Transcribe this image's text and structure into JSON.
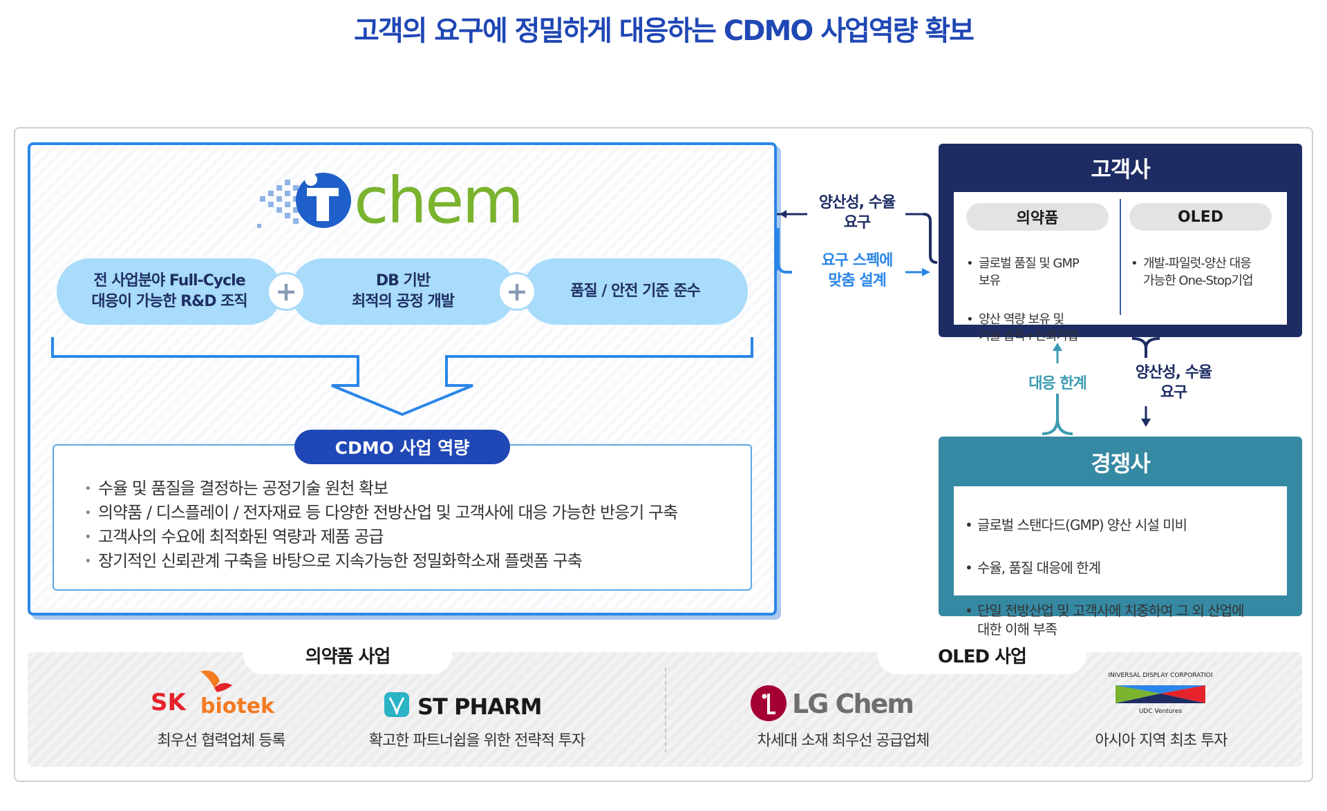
{
  "title": "고객의 요구에 정밀하게 대응하는 CDMO 사업역량 확보",
  "logo_text": "chem",
  "pills": [
    "전 사업분야 Full-Cycle\n대응이 가능한 R&D 조직",
    "DB 기반\n최적의 공정 개발",
    "품질 / 안전 기준 준수"
  ],
  "cdmo": {
    "badge": "CDMO 사업 역량",
    "items": [
      "수율 및 품질을 결정하는 공정기술 원천 확보",
      "의약품 / 디스플레이 / 전자재료 등 다양한 전방산업 및 고객사에 대응 가능한 반응기 구축",
      "고객사의 수요에 최적화된 역량과 제품 공급",
      "장기적인 신뢰관계 구축을 바탕으로 지속가능한 정밀화학소재 플랫폼 구축"
    ]
  },
  "customer": {
    "title": "고객사",
    "col1_title": "의약품",
    "col1_items": [
      "글로벌 품질 및 GMP\n보유",
      "양산 역량 보유 및\n기술 습득+신뢰기업"
    ],
    "col2_title": "OLED",
    "col2_items": [
      "개발-파일럿-양산 대응\n가능한 One-Stop기업"
    ]
  },
  "competitor": {
    "title": "경쟁사",
    "items": [
      "글로벌 스탠다드(GMP) 양산 시설 미비",
      "수율, 품질 대응에 한계",
      "단일 전방산업 및 고객사에 치중하여 그 외 산업에\n대한 이해 부족"
    ]
  },
  "arrows": {
    "to_left": "양산성, 수율\n요구",
    "to_right": "요구 스펙에\n맞춤 설계",
    "limit": "대응 한계",
    "down": "양산성, 수율\n요구"
  },
  "bottom": {
    "tab_pharma": "의약품 사업",
    "tab_oled": "OLED 사업",
    "partners": [
      {
        "name": "SK biotek",
        "caption": "최우선 협력업체 등록"
      },
      {
        "name": "ST PHARM",
        "caption": "확고한 파트너쉽을 위한 전략적 투자"
      },
      {
        "name": "LG Chem",
        "caption": "차세대 소재 최우선 공급업체"
      },
      {
        "name": "UNIVERSAL DISPLAY CORPORATION",
        "sub": "UDC Ventures",
        "caption": "아시아 지역 최초 투자"
      }
    ]
  },
  "colors": {
    "title_blue": "#1f47b5",
    "navy": "#1d2c63",
    "teal": "#3689a3",
    "green": "#7ab32e",
    "sk_red": "#e5232b",
    "sk_orange": "#f47a20"
  }
}
